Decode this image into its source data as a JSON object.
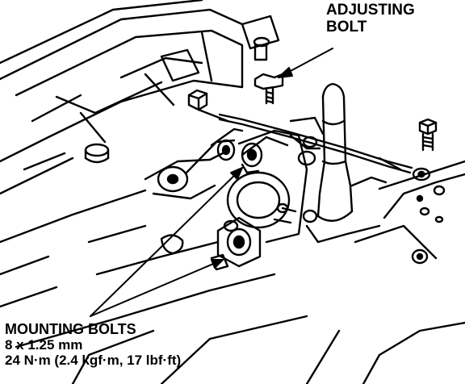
{
  "labels": {
    "adjusting_bolt": {
      "line1": "ADJUSTING",
      "line2": "BOLT"
    },
    "mounting_bolts": {
      "title": "MOUNTING BOLTS",
      "size": "8 x 1.25 mm",
      "torque": "24 N·m (2.4 kgf·m, 17 lbf·ft)"
    }
  },
  "colors": {
    "ink": "#000000",
    "paper": "#ffffff"
  }
}
